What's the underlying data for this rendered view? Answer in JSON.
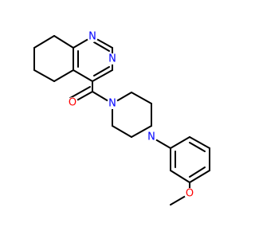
{
  "diagram": {
    "type": "chemical-structure",
    "colors": {
      "bond": "#000000",
      "nitrogen": "#0000ff",
      "oxygen": "#ff0000",
      "background": "#ffffff"
    },
    "atoms": {
      "n1": {
        "element": "N",
        "label": "N"
      },
      "n3": {
        "element": "N",
        "label": "N"
      },
      "o_carbonyl": {
        "element": "O",
        "label": "O"
      },
      "n_pip1": {
        "element": "N",
        "label": "N"
      },
      "n_pip4": {
        "element": "N",
        "label": "N"
      },
      "o_methoxy": {
        "element": "O",
        "label": "O"
      }
    }
  }
}
